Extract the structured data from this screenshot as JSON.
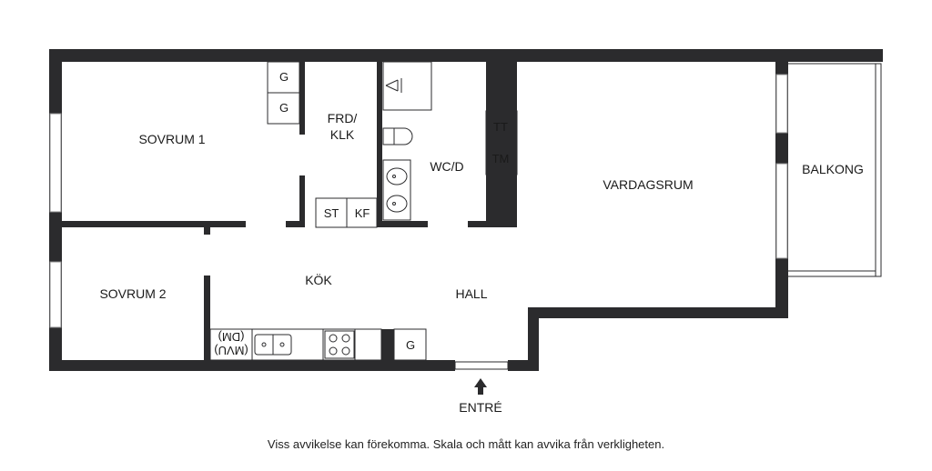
{
  "rooms": {
    "sovrum1": "SOVRUM 1",
    "sovrum2": "SOVRUM 2",
    "frd_line1": "FRD/",
    "frd_line2": "KLK",
    "wcd": "WC/D",
    "vardagsrum": "VARDAGSRUM",
    "balkong": "BALKONG",
    "kok": "KÖK",
    "hall": "HALL",
    "entre": "ENTRÉ"
  },
  "fixtures": {
    "g1": "G",
    "g2": "G",
    "g3": "G",
    "tt": "TT",
    "tm": "TM",
    "st": "ST",
    "kf": "KF",
    "mvu": "(MVU)",
    "dm": "(DM)"
  },
  "disclaimer": "Viss avvikelse kan förekomma. Skala och mått kan avvika från verkligheten.",
  "colors": {
    "wall": "#2b2b2d",
    "background": "#ffffff"
  }
}
